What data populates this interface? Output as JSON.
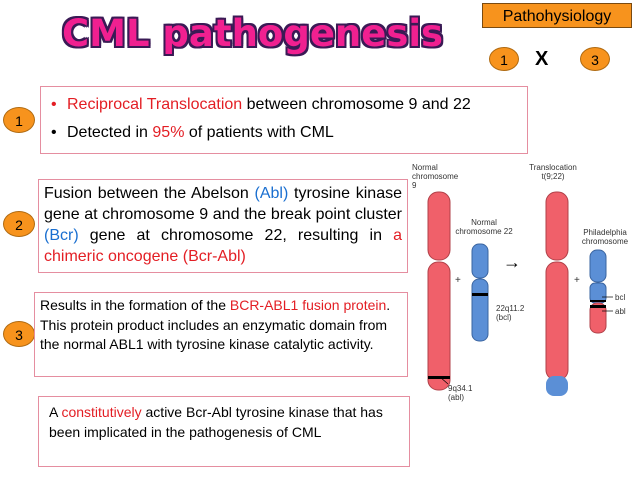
{
  "title": "CML pathogenesis",
  "badge": "Pathohysiology",
  "nav": {
    "left": "1",
    "x": "X",
    "right": "3"
  },
  "markers": [
    "1",
    "2",
    "3"
  ],
  "point1": {
    "bullet1_a": "Reciprocal Translocation",
    "bullet1_b": " between chromosome 9 and 22",
    "bullet2_a": "Detected in ",
    "bullet2_b": "95%",
    "bullet2_c": " of patients with CML"
  },
  "point2": {
    "t1": "Fusion between the Abelson ",
    "t2": "(Abl)",
    "t3": " tyrosine kinase gene at chromosome 9 and the break point cluster ",
    "t4": "(Bcr)",
    "t5": " gene at chromosome 22, resulting in ",
    "t6": "a chimeric oncogene (Bcr-Abl)"
  },
  "point3": {
    "t1": "Results in the formation of the ",
    "t2": "BCR-ABL1 fusion protein",
    "t3": ". This protein product includes an enzymatic domain from the normal ABL1 with tyrosine kinase catalytic activity."
  },
  "point4": {
    "t1": "A ",
    "t2": "constitutively",
    "t3": " active Bcr-Abl tyrosine kinase that has been implicated in the pathogenesis of CML"
  },
  "diagram": {
    "normal9_l1": "Normal",
    "normal9_l2": "chromosome 9",
    "normal22_l1": "Normal",
    "normal22_l2": "chromosome 22",
    "trans_l1": "Translocation",
    "trans_l2": "t(9;22)",
    "ph_l1": "Philadelphia",
    "ph_l2": "chromosome",
    "plus1": "+",
    "plus2": "+",
    "arrow": "→",
    "band22_l1": "22q11.2",
    "band22_l2": "(bcl)",
    "band9_l1": "9q34.1",
    "band9_l2": "(abl)",
    "bcl": "bcl",
    "abl": "abl"
  },
  "colors": {
    "title": "#f02090",
    "accent": "#f7931d",
    "red": "#e31e24",
    "blue": "#1a6fd0",
    "chr9": "#f0606a",
    "chr22": "#5b8fd6"
  }
}
